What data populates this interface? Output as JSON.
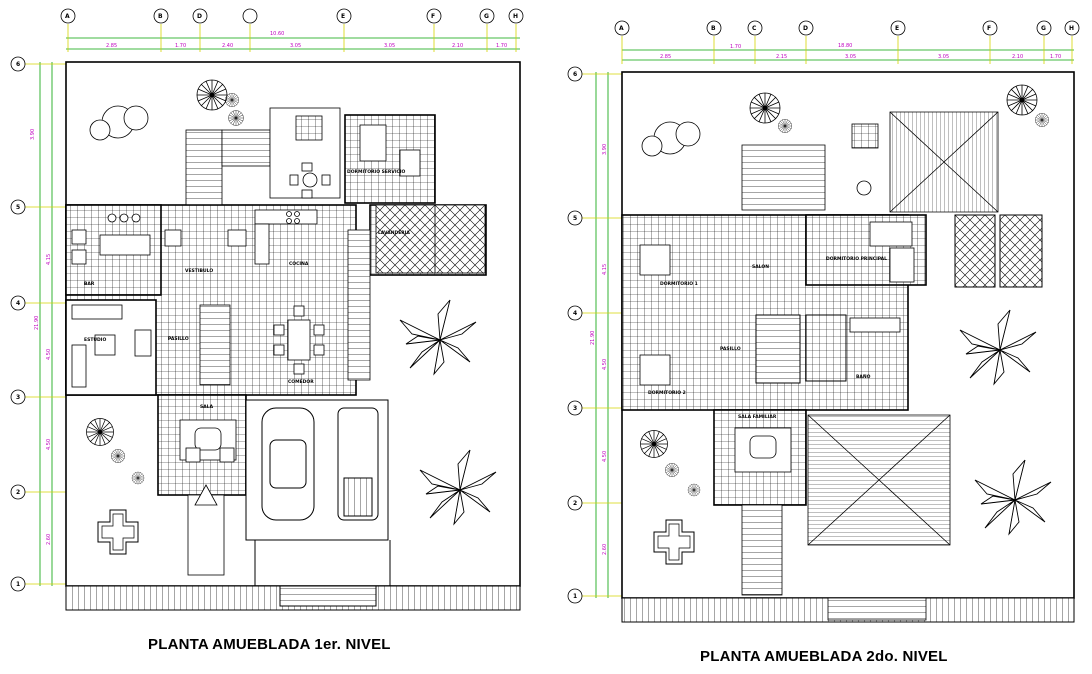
{
  "colors": {
    "dimension": "#c000c0",
    "axis_line": "#d4d400",
    "wall": "#000000",
    "background": "#ffffff"
  },
  "plan1": {
    "title": "PLANTA AMUEBLADA 1er. NIVEL",
    "axes_top": [
      "A",
      "B",
      "D",
      "E",
      "F",
      "G",
      "H"
    ],
    "axes_left": [
      "6",
      "5",
      "4",
      "3",
      "2",
      "1"
    ],
    "dims_top": [
      "2.85",
      "1.70",
      "2.40",
      "3.05",
      "3.05",
      "2.10",
      "1.70"
    ],
    "dim_total": "10.60",
    "dims_left": [
      "3.90",
      "4.15",
      "4.50",
      "4.50",
      "2.60"
    ],
    "dim_left_total": "21.90",
    "rooms": {
      "dormitorio_servicio": "DORMITORIO SERVICIO",
      "lavanderia": "LAVANDERIA",
      "vestibulo": "VESTIBULO",
      "cocina": "COCINA",
      "bar": "BAR",
      "estudio": "ESTUDIO",
      "pasillo": "PASILLO",
      "comedor": "COMEDOR",
      "sala": "SALA"
    }
  },
  "plan2": {
    "title": "PLANTA AMUEBLADA 2do. NIVEL",
    "axes_top": [
      "A",
      "B",
      "C",
      "D",
      "E",
      "F",
      "G",
      "H"
    ],
    "axes_left": [
      "6",
      "5",
      "4",
      "3",
      "2",
      "1"
    ],
    "dims_top": [
      "2.85",
      "1.70",
      "2.15",
      "3.05",
      "3.05",
      "2.10",
      "1.70"
    ],
    "dim_total": "18.80",
    "dims_left": [
      "3.90",
      "4.15",
      "4.50",
      "4.50",
      "2.60"
    ],
    "dim_left_total": "21.90",
    "rooms": {
      "dormitorio_1": "DORMITORIO 1",
      "dormitorio_2": "DORMITORIO 2",
      "salon": "SALON",
      "dormitorio_principal": "DORMITORIO PRINCIPAL",
      "bano": "BAÑO",
      "pasillo": "PASILLO",
      "sala_familiar": "SALA FAMILIAR"
    }
  }
}
